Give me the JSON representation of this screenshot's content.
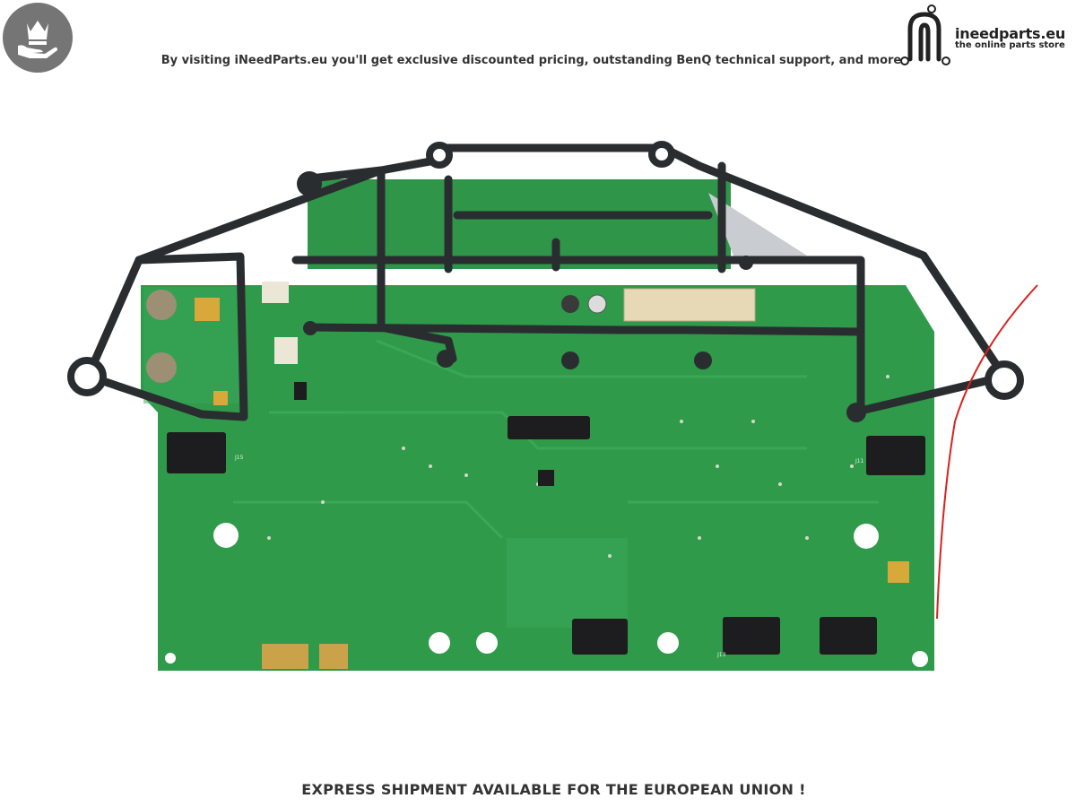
{
  "header": {
    "tagline": "By visiting iNeedParts.eu you'll get exclusive discounted pricing, outstanding BenQ technical support, and more"
  },
  "brand": {
    "name": "ineedparts.eu",
    "subtitle": "the online parts store",
    "logo_icon": "circuit-n-icon"
  },
  "badge": {
    "icon": "crown-in-hand-icon",
    "color": "#757575"
  },
  "photo": {
    "subject": "circuit-board-icon",
    "board_color": "#2e9a4a",
    "frame_color": "#2a2d30",
    "wire_color": "#d8231c",
    "labels": [
      "J15",
      "J11",
      "J13"
    ]
  },
  "footer": {
    "notice": "EXPRESS SHIPMENT AVAILABLE FOR THE EUROPEAN UNION !"
  }
}
